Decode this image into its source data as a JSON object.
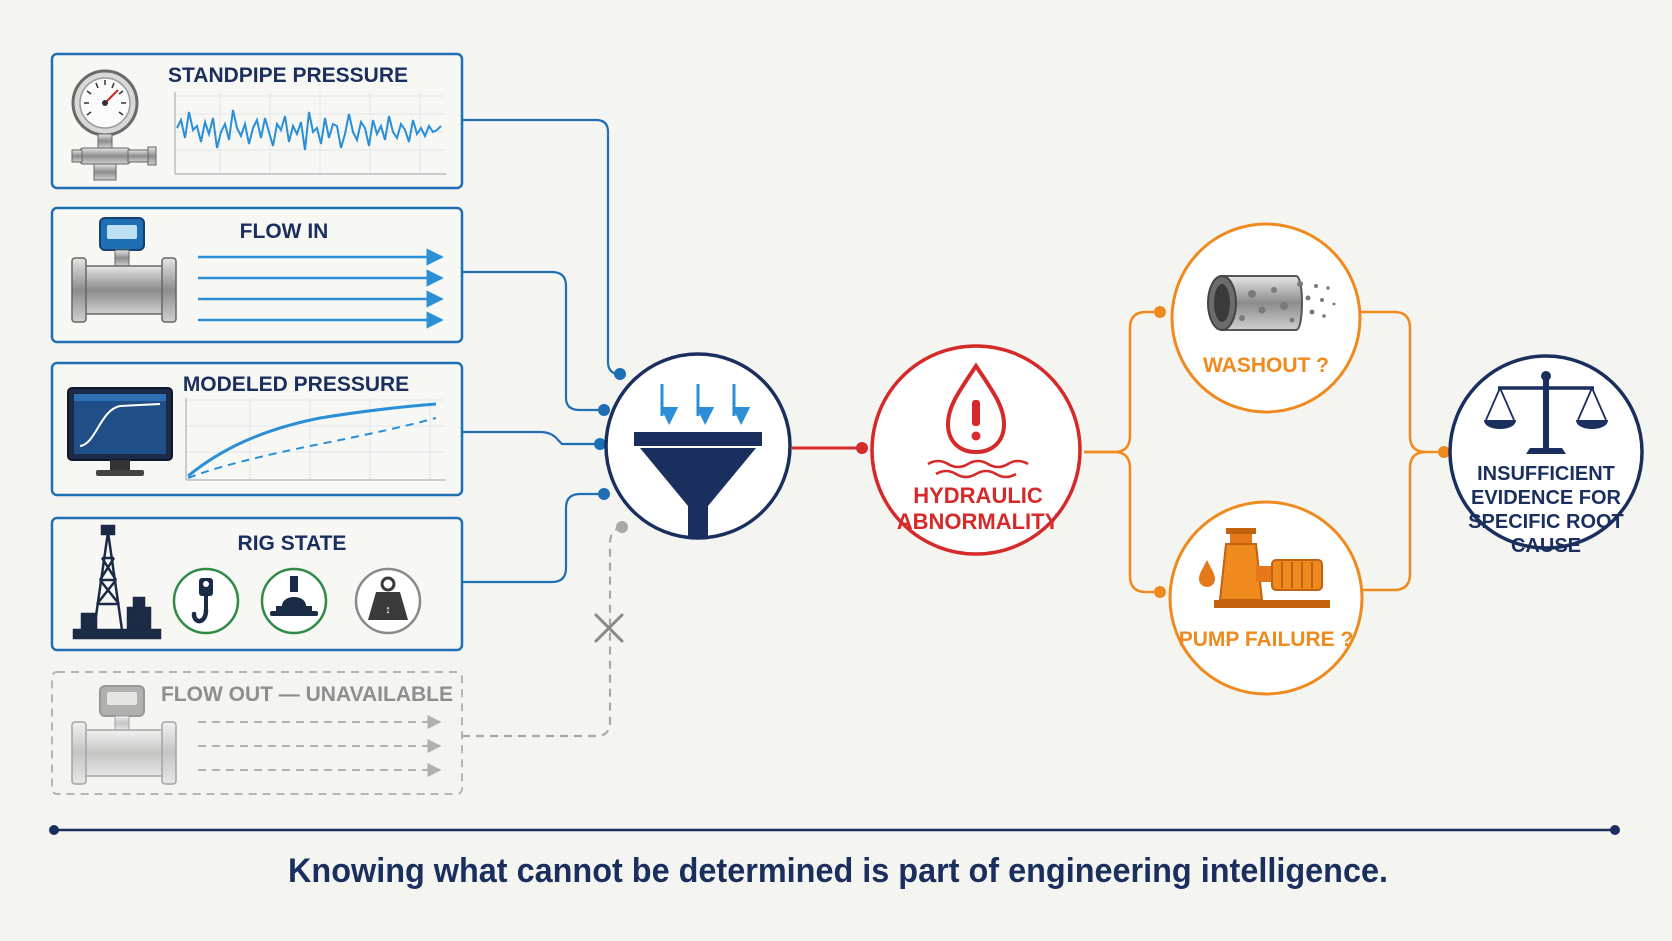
{
  "inputs": {
    "standpipe": {
      "title": "STANDPIPE PRESSURE"
    },
    "flow_in": {
      "title": "FLOW IN"
    },
    "modeled": {
      "title": "MODELED PRESSURE"
    },
    "rig_state": {
      "title": "RIG STATE"
    },
    "flow_out": {
      "title": "FLOW OUT — UNAVAILABLE",
      "status": "unavailable"
    }
  },
  "center": {
    "abnormality": {
      "line1": "HYDRAULIC",
      "line2": "ABNORMALITY"
    }
  },
  "hypotheses": [
    {
      "label": "WASHOUT ?"
    },
    {
      "label": "PUMP FAILURE ?"
    }
  ],
  "conclusion": {
    "lines": [
      "INSUFFICIENT",
      "EVIDENCE FOR",
      "SPECIFIC ROOT",
      "CAUSE"
    ]
  },
  "footer": {
    "caption": "Knowing what cannot be determined is part of engineering intelligence."
  },
  "colors": {
    "navy": "#1b2f5e",
    "blue": "#1f6fb4",
    "light_blue": "#2a8fd6",
    "red": "#d42a2a",
    "orange": "#ef8a1e",
    "gray": "#a6a6a6",
    "green": "#2f8a46"
  },
  "icons": [
    "pressure-gauge-icon",
    "flow-meter-icon",
    "monitor-icon",
    "drilling-rig-icon",
    "hook-icon",
    "slips-icon",
    "weight-icon",
    "funnel-icon",
    "water-drop-alert-icon",
    "pipe-washout-icon",
    "pump-icon",
    "balance-scale-icon"
  ]
}
